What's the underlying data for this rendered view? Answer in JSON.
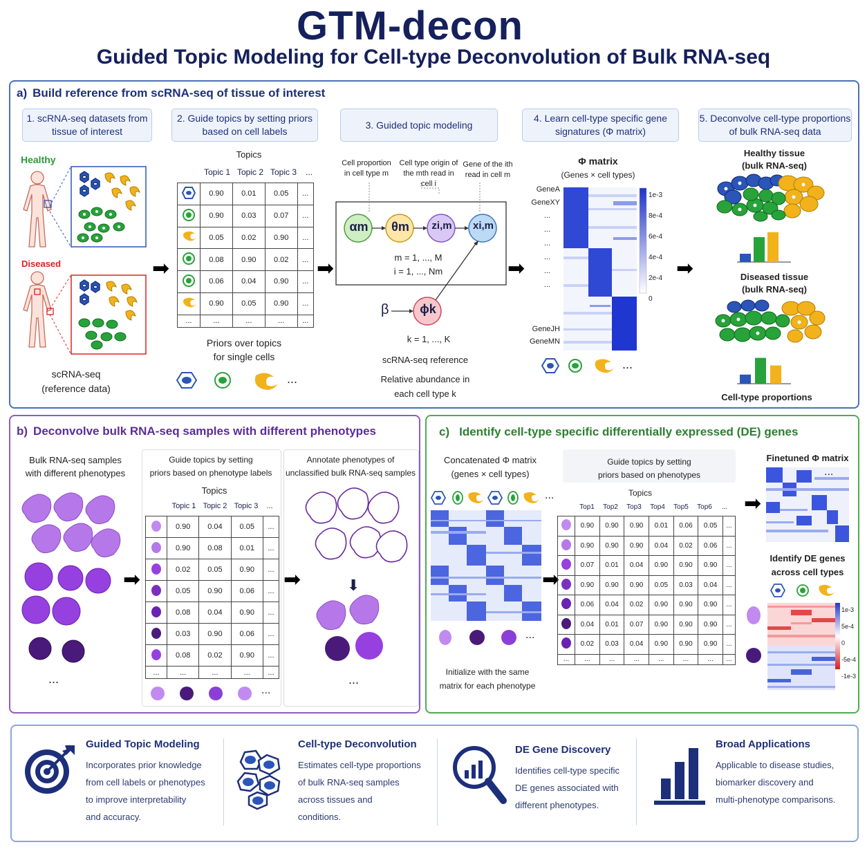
{
  "header": {
    "title": "GTM-decon",
    "subtitle": "Guided Topic Modeling for Cell-type Deconvolution of Bulk RNA-seq"
  },
  "panel_a": {
    "tag": "a)",
    "title": "Build reference from scRNA-seq of tissue of interest",
    "steps": [
      "1. scRNA-seq datasets from tissue of interest",
      "2. Guide topics by setting priors based on cell labels",
      "3. Guided topic modeling",
      "4. Learn cell-type specific gene signatures (Φ matrix)",
      "5. Deconvolve cell-type proportions of bulk RNA-seq data"
    ],
    "healthy": "Healthy",
    "diseased": "Diseased",
    "ref_label_1": "scRNA-seq",
    "ref_label_2": "(reference data)",
    "topics_header": "Topics",
    "topic_cols": [
      "Topic 1",
      "Topic 2",
      "Topic 3",
      "..."
    ],
    "prior_rows": [
      [
        "0.90",
        "0.01",
        "0.05",
        "..."
      ],
      [
        "0.90",
        "0.03",
        "0.07",
        "..."
      ],
      [
        "0.05",
        "0.02",
        "0.90",
        "..."
      ],
      [
        "0.08",
        "0.90",
        "0.02",
        "..."
      ],
      [
        "0.06",
        "0.04",
        "0.90",
        "..."
      ],
      [
        "0.90",
        "0.05",
        "0.90",
        "..."
      ],
      [
        "...",
        "...",
        "...",
        "..."
      ]
    ],
    "priors_label_1": "Priors over topics",
    "priors_label_2": "for single cells",
    "ellipsis": "...",
    "model": {
      "cell_prop_1": "Cell proportion",
      "cell_prop_2": "in cell type m",
      "origin_1": "Cell type origin of",
      "origin_2": "the mth read in",
      "origin_3": "cell i",
      "gene_1": "Gene of the ith",
      "gene_2": "read in cell m",
      "alpha": "αm",
      "theta": "θm",
      "z": "zi,m",
      "x": "xi,m",
      "plate_1": "m = 1, ..., M",
      "plate_2": "i = 1, ..., Nm",
      "beta": "β",
      "phi": "ϕk",
      "k_range": "k = 1, ..., K",
      "ref_label": "scRNA-seq reference",
      "abund_1": "Relative abundance in",
      "abund_2": "each cell type k"
    },
    "phi": {
      "title": "Φ matrix",
      "subtitle": "(Genes × cell types)",
      "genes": [
        "GeneA",
        "GeneXY",
        "...",
        "...",
        "...",
        "...",
        "...",
        "...",
        "GeneJH",
        "GeneMN"
      ],
      "scale": [
        "1e-3",
        "8e-4",
        "6e-4",
        "4e-4",
        "2e-4",
        "0"
      ]
    },
    "deconv": {
      "healthy_1": "Healthy tissue",
      "healthy_2": "(bulk RNA-seq)",
      "diseased_1": "Diseased tissue",
      "diseased_2": "(bulk RNA-seq)",
      "proportions_label": "Cell-type proportions",
      "healthy_props": [
        0.25,
        0.75,
        0.9
      ],
      "diseased_props": [
        0.3,
        0.85,
        0.6
      ]
    }
  },
  "panel_b": {
    "tag": "b)",
    "title": "Deconvolve bulk RNA-seq samples with different phenotypes",
    "col1_1": "Bulk RNA-seq samples",
    "col1_2": "with different phenotypes",
    "col2_1": "Guide topics by setting",
    "col2_2": "priors based on phenotype labels",
    "col3_1": "Annotate phenotypes of",
    "col3_2": "unclassified bulk RNA-seq samples",
    "topics_header": "Topics",
    "topic_cols": [
      "Topic 1",
      "Topic 2",
      "Topic 3",
      "..."
    ],
    "rows": [
      [
        "0.90",
        "0.04",
        "0.05",
        "..."
      ],
      [
        "0.90",
        "0.08",
        "0.01",
        "..."
      ],
      [
        "0.02",
        "0.05",
        "0.90",
        "..."
      ],
      [
        "0.05",
        "0.90",
        "0.06",
        "..."
      ],
      [
        "0.08",
        "0.04",
        "0.90",
        "..."
      ],
      [
        "0.03",
        "0.90",
        "0.06",
        "..."
      ],
      [
        "0.08",
        "0.02",
        "0.90",
        "..."
      ],
      [
        "...",
        "...",
        "...",
        "..."
      ]
    ],
    "ellipsis": "..."
  },
  "panel_c": {
    "tag": "c)",
    "title": "Identify cell-type specific differentially expressed (DE) genes",
    "concat_1": "Concatenated Φ matrix",
    "concat_2": "(genes × cell types)",
    "guide_1": "Guide topics by setting",
    "guide_2": "priors based on phenotypes",
    "topics_header": "Topics",
    "topic_cols": [
      "Top1",
      "Top2",
      "Top3",
      "Top4",
      "Top5",
      "Top6",
      "..."
    ],
    "rows": [
      [
        "0.90",
        "0.90",
        "0.90",
        "0.01",
        "0.06",
        "0.05",
        "..."
      ],
      [
        "0.90",
        "0.90",
        "0.90",
        "0.04",
        "0.02",
        "0.06",
        "..."
      ],
      [
        "0.07",
        "0.01",
        "0.04",
        "0.90",
        "0.90",
        "0.90",
        "..."
      ],
      [
        "0.90",
        "0.90",
        "0.90",
        "0.05",
        "0.03",
        "0.04",
        "..."
      ],
      [
        "0.06",
        "0.04",
        "0.02",
        "0.90",
        "0.90",
        "0.90",
        "..."
      ],
      [
        "0.04",
        "0.01",
        "0.07",
        "0.90",
        "0.90",
        "0.90",
        "..."
      ],
      [
        "0.02",
        "0.03",
        "0.04",
        "0.90",
        "0.90",
        "0.90",
        "..."
      ],
      [
        "...",
        "...",
        "...",
        "...",
        "...",
        "...",
        "..."
      ]
    ],
    "init_1": "Initialize with the same",
    "init_2": "matrix for each phenotype",
    "finetuned": "Finetuned Φ matrix",
    "de_1": "Identify DE genes",
    "de_2": "across cell types",
    "de_scale": [
      "1e-3",
      "5e-4",
      "0",
      "-5e-4",
      "-1e-3"
    ],
    "ellipsis": "..."
  },
  "features": [
    {
      "title": "Guided Topic Modeling",
      "lines": [
        "Incorporates prior knowledge",
        "from cell labels or phenotypes",
        "to improve interpretability",
        "and accuracy."
      ]
    },
    {
      "title": "Cell-type Deconvolution",
      "lines": [
        "Estimates cell-type proportions",
        "of bulk RNA-seq samples",
        "across tissues and",
        "conditions."
      ]
    },
    {
      "title": "DE Gene Discovery",
      "lines": [
        "Identifies cell-type specific",
        "DE genes associated with",
        "different phenotypes."
      ]
    },
    {
      "title": "Broad Applications",
      "lines": [
        "Applicable to disease studies,",
        "biomarker discovery and",
        "multi-phenotype comparisons."
      ]
    }
  ],
  "colors": {
    "navy": "#15205c",
    "blue_cell": "#2b55b8",
    "green_cell": "#27a33a",
    "yellow_cell": "#f2b21c",
    "purple": "#8b4fd0",
    "dark_purple": "#4a1a7a"
  }
}
